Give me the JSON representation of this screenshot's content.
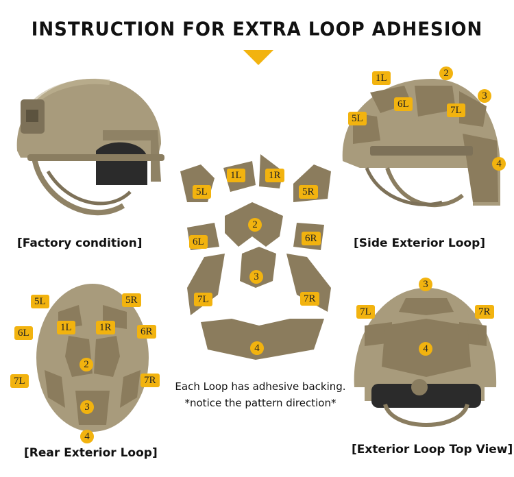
{
  "title": "INSTRUCTION FOR EXTRA LOOP ADHESION",
  "captions": {
    "factory": "[Factory condition]",
    "side": "[Side Exterior Loop]",
    "rear": "[Rear Exterior Loop]",
    "top": "[Exterior Loop Top View]"
  },
  "note": {
    "line1": "Each Loop has adhesive backing.",
    "line2": "*notice the pattern direction*"
  },
  "side_labels": {
    "l1L": "1L",
    "n2": "2",
    "n3": "3",
    "l6L": "6L",
    "l7L": "7L",
    "l5L": "5L",
    "n4": "4"
  },
  "center_labels": {
    "l5L": "5L",
    "l1L": "1L",
    "l1R": "1R",
    "l5R": "5R",
    "l6L": "6L",
    "n2": "2",
    "l6R": "6R",
    "n3": "3",
    "l7L": "7L",
    "l7R": "7R",
    "n4": "4"
  },
  "rear_labels": {
    "l5L": "5L",
    "l5R": "5R",
    "l6L": "6L",
    "l1L": "1L",
    "l1R": "1R",
    "l6R": "6R",
    "n2": "2",
    "l7L": "7L",
    "l7R": "7R",
    "n3": "3",
    "n4": "4"
  },
  "top_labels": {
    "n3": "3",
    "l7L": "7L",
    "l7R": "7R",
    "n4": "4"
  },
  "colors": {
    "accent": "#f2b30f",
    "helmet": "#a89b7c",
    "loop": "#8b7c5d"
  }
}
